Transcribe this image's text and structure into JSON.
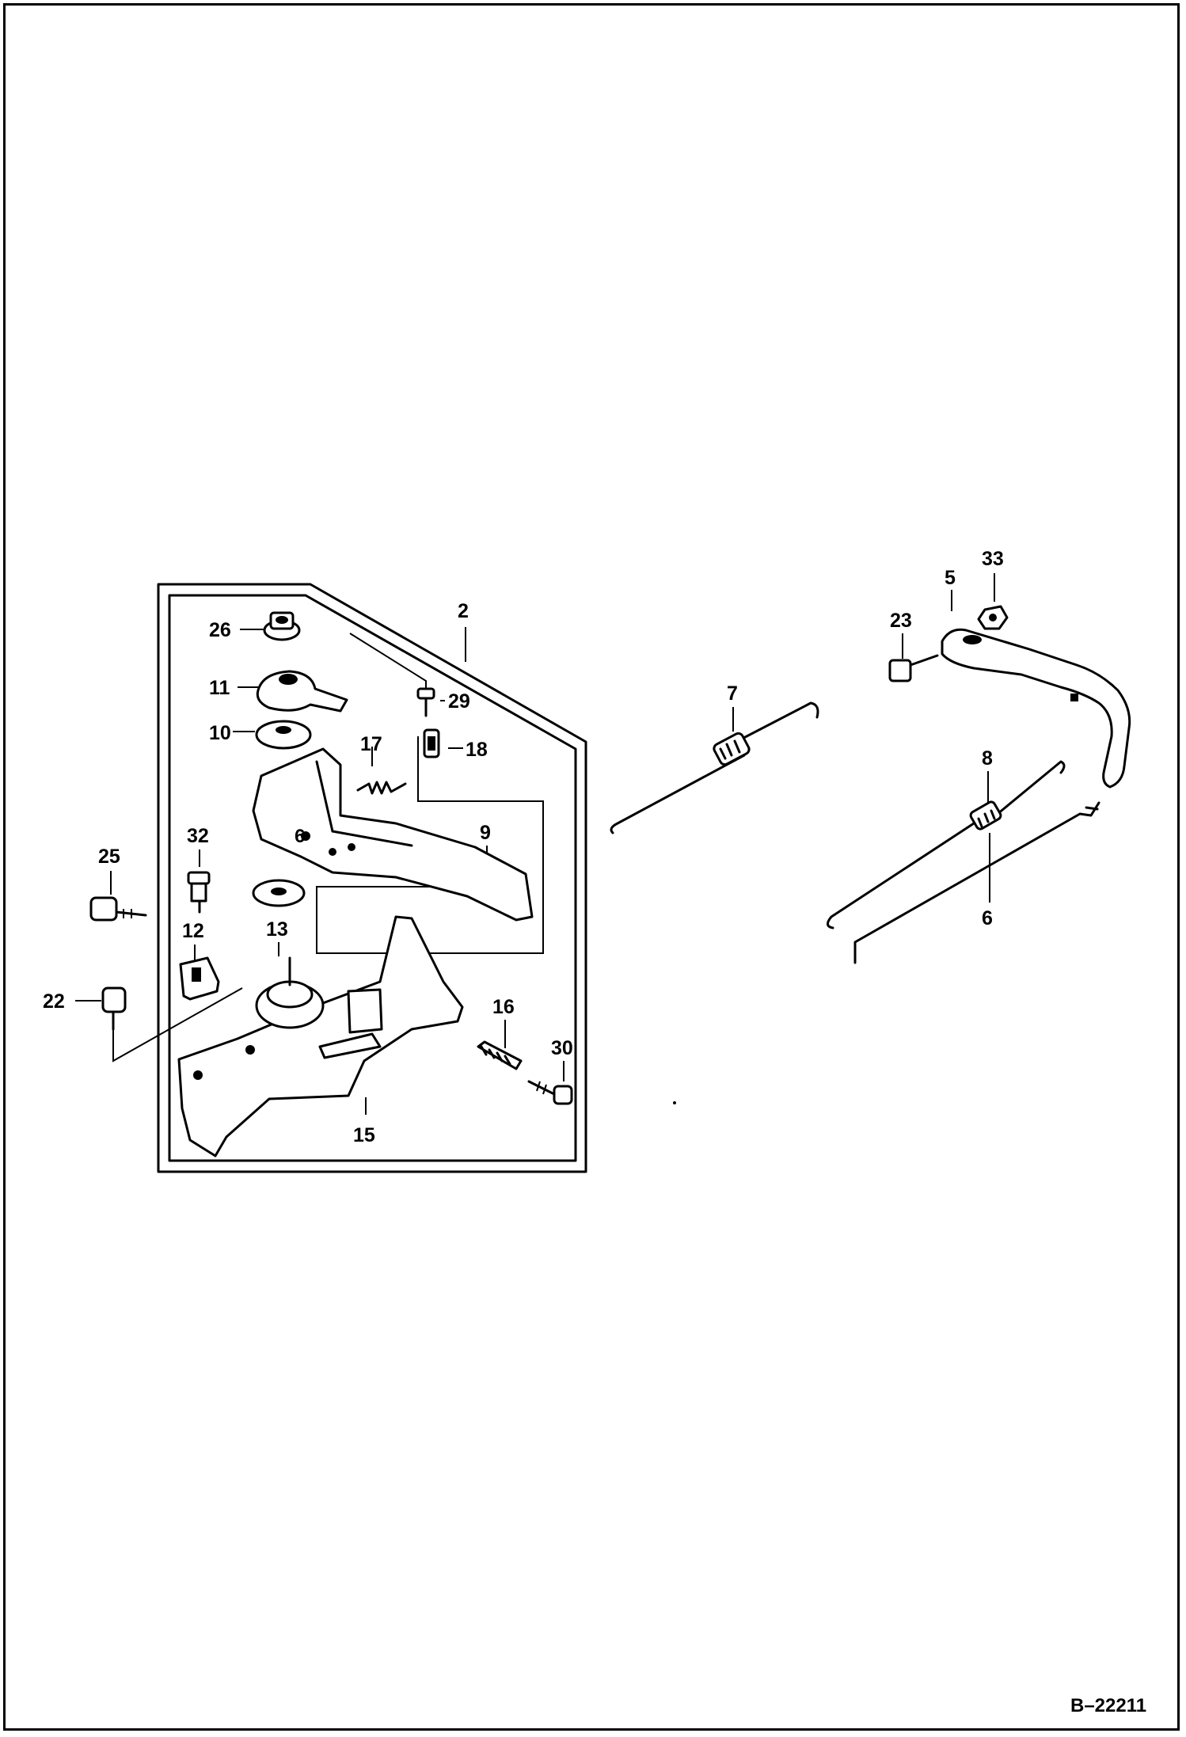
{
  "diagram": {
    "reference_code": "B–22211",
    "callouts": [
      {
        "id": "c2",
        "label": "2"
      },
      {
        "id": "c26",
        "label": "26"
      },
      {
        "id": "c11",
        "label": "11"
      },
      {
        "id": "c10",
        "label": "10"
      },
      {
        "id": "c29",
        "label": "29"
      },
      {
        "id": "c17",
        "label": "17"
      },
      {
        "id": "c18",
        "label": "18"
      },
      {
        "id": "c9",
        "label": "9"
      },
      {
        "id": "c32",
        "label": "32"
      },
      {
        "id": "c25",
        "label": "25"
      },
      {
        "id": "c13",
        "label": "13"
      },
      {
        "id": "c12",
        "label": "12"
      },
      {
        "id": "c22",
        "label": "22"
      },
      {
        "id": "c16",
        "label": "16"
      },
      {
        "id": "c30",
        "label": "30"
      },
      {
        "id": "c15",
        "label": "15"
      },
      {
        "id": "c7",
        "label": "7"
      },
      {
        "id": "c33",
        "label": "33"
      },
      {
        "id": "c5",
        "label": "5"
      },
      {
        "id": "c23",
        "label": "23"
      },
      {
        "id": "c8",
        "label": "8"
      },
      {
        "id": "c6",
        "label": "6"
      }
    ]
  }
}
